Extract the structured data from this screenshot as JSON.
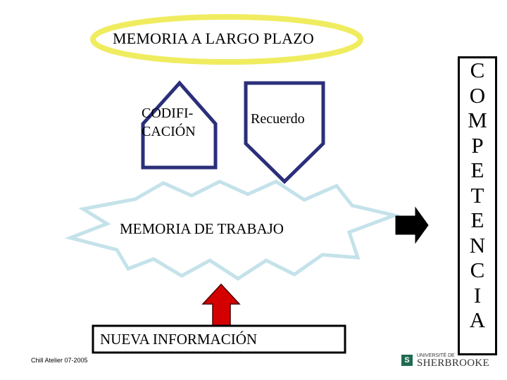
{
  "long_term_memory": {
    "label": "MEMORIA A LARGO PLAZO"
  },
  "encoding": {
    "label": "CODIFI- CACIÓN",
    "line1": "CODIFI-",
    "line2": "CACIÓN"
  },
  "recall": {
    "label": "Recuerdo"
  },
  "working_memory": {
    "label": "MEMORIA DE TRABAJO"
  },
  "new_information": {
    "label": "NUEVA INFORMACIÓN"
  },
  "competence": {
    "letters": [
      "C",
      "O",
      "M",
      "P",
      "E",
      "T",
      "E",
      "N",
      "C",
      "I",
      "A"
    ]
  },
  "credit": "Chill Atelier 07-2005",
  "logo": {
    "small": "UNIVERSITÉ DE",
    "big": "SHERBROOKE",
    "mark": "S"
  },
  "colors": {
    "ellipse_fill": "#ffffff",
    "ellipse_border": "#f0ec60",
    "arrow_border": "#2b2f7a",
    "starburst_border": "#c4e2ea",
    "red_arrow": "#d40000",
    "black_arrow": "#000000"
  }
}
